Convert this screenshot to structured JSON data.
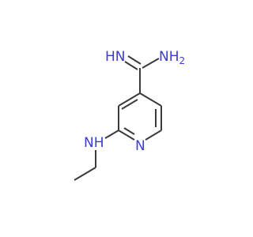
{
  "atoms": {
    "imine_nh": "HN",
    "amine_nh2": "NH2",
    "amine_h2_subscript": "2",
    "amine_nh_prefix": "NH",
    "ring_n": "N",
    "ethylamino_nh": "NH"
  },
  "colors": {
    "bond": "#3a3a3a",
    "nitrogen": "#3b3bd6",
    "background": "#ffffff"
  }
}
